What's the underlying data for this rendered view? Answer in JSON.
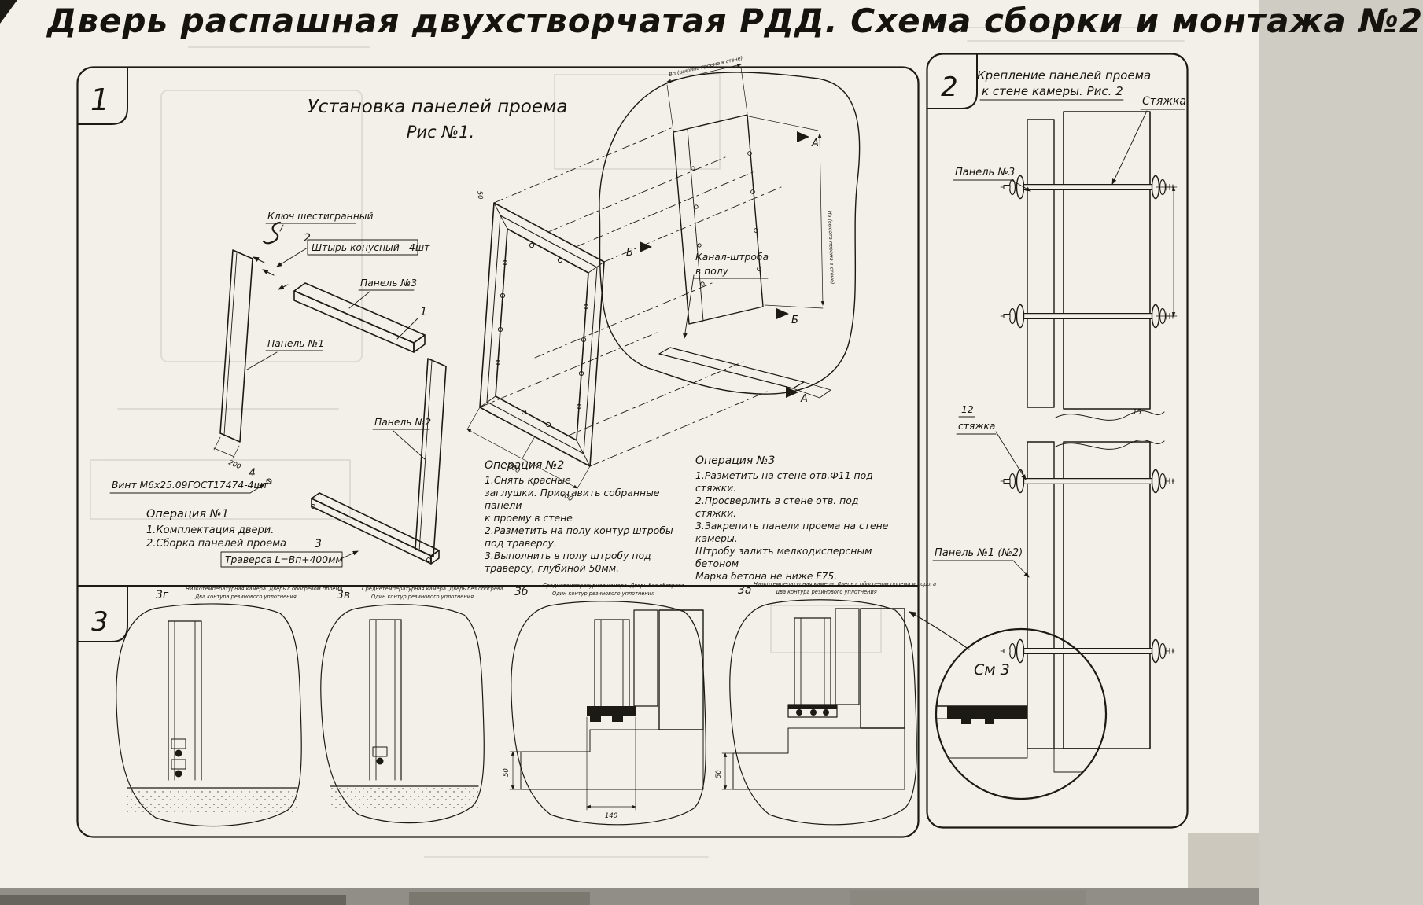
{
  "page": {
    "title": "Дверь распашная двухстворчатая РДД.  Схема сборки и монтажа №2",
    "paper_color": "#f2f0e9",
    "ink_color": "#1b1a16"
  },
  "panel1": {
    "number": "1",
    "title": "Установка панелей проема",
    "subtitle": "Рис №1.",
    "labels": {
      "hex_key": "Ключ шестигранный",
      "pos2": "2",
      "pin": "Штырь конусный - 4шт",
      "panel3": "Панель №3",
      "pos1": "1",
      "panel1": "Панель №1",
      "panel2": "Панель №2",
      "pos4": "4",
      "screw": "Винт М6х25.09ГОСТ17474-4шт",
      "pos3": "3",
      "traverse": "Траверса  L=Вп+400мм",
      "channel1": "Канал-штроба",
      "channel2": "в полу",
      "marker_a": "А",
      "marker_a2": "А",
      "marker_b": "Б",
      "marker_b2": "Б",
      "dim200a": "200",
      "dim200b": "200",
      "dim200c": "200",
      "dim50": "50",
      "dim_top": "Вп (ширина проема в стене)",
      "dim_right": "Нв (высота проема в стене)"
    },
    "op1": {
      "title": "Операция №1",
      "lines": [
        "1.Комплектация двери.",
        "2.Сборка панелей проема"
      ]
    },
    "op2": {
      "title": "Операция №2",
      "lines": [
        "1.Снять красные",
        "заглушки. Приставить собранные панели",
        "к проему в стене",
        "2.Разметить на полу контур штробы",
        "под траверсу.",
        "3.Выполнить в полу штробу под",
        "траверсу, глубиной 50мм."
      ]
    },
    "op3": {
      "title": "Операция №3",
      "lines": [
        "1.Разметить на стене отв.Ф11 под",
        "стяжки.",
        "2.Просверлить в стене отв.  под",
        "стяжки.",
        "3.Закрепить панели проема на стене камеры.",
        "Штробу залить мелкодисперсным бетоном",
        "Марка бетона не ниже   F75."
      ]
    }
  },
  "panel2": {
    "number": "2",
    "title_line1": "Крепление панелей проема",
    "title_line2": "к стене камеры. Рис. 2",
    "labels": {
      "tie": "Стяжка",
      "panel3": "Панель №3",
      "pos12": "12",
      "tie2": "стяжка",
      "panel1": "Панель №1 (№2)",
      "see3": "См 3",
      "dim15": "15"
    }
  },
  "panel3": {
    "number": "3",
    "figures": [
      {
        "id": "3г",
        "caption1": "Низкотемпературная камера. Дверь с обогревом проема",
        "caption2": "Два контура резинового уплотнения"
      },
      {
        "id": "3в",
        "caption1": "Среднетемпературная камера. Дверь без обогрева",
        "caption2": "Один контур резинового уплотнения"
      },
      {
        "id": "3б",
        "caption1": "Среднетемпературная камера. Дверь без обогрева",
        "caption2": "Один контур резинового уплотнения",
        "dim_v": "50",
        "dim_h": "140"
      },
      {
        "id": "3а",
        "caption1": "Низкотемпературная камера. Дверь с обогревом проема и порога",
        "caption2": "Два контура резинового уплотнения",
        "dim_v": "50"
      }
    ]
  }
}
